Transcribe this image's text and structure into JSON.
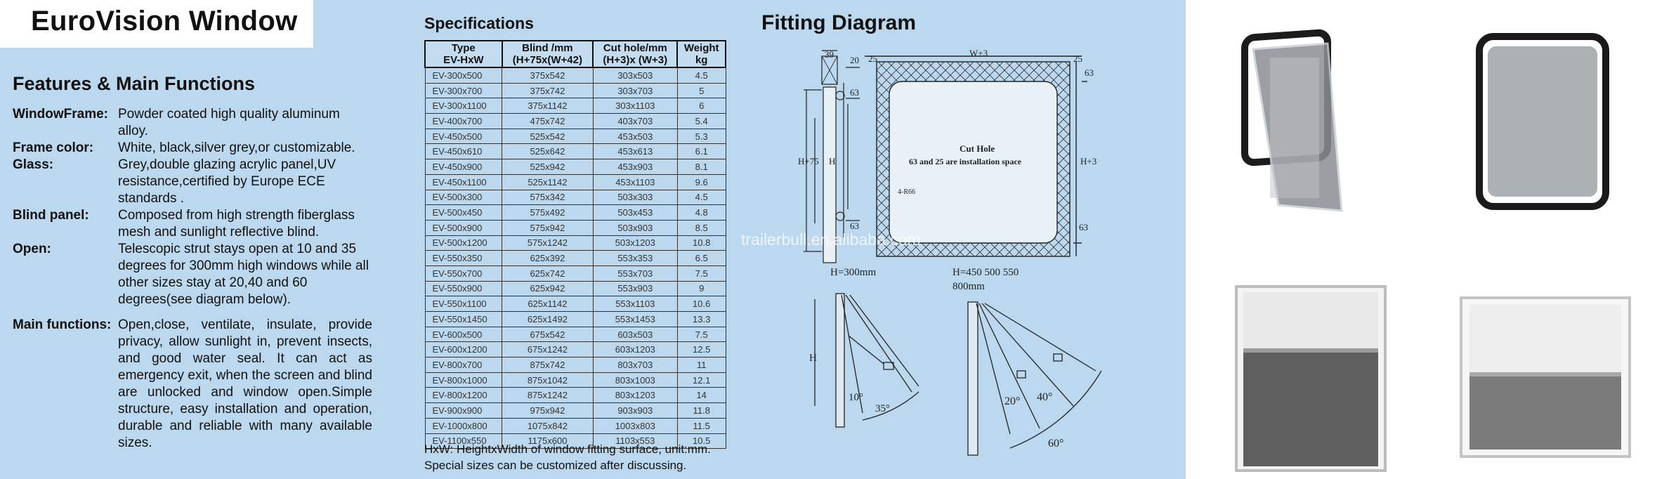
{
  "title": "EuroVision Window",
  "features": {
    "heading": "Features & Main Functions",
    "rows": [
      {
        "label": "WindowFrame:",
        "value": "Powder coated high quality aluminum alloy."
      },
      {
        "label": "Frame color:",
        "value": "White, black,silver grey,or customizable."
      },
      {
        "label": "Glass:",
        "value": "Grey,double glazing acrylic panel,UV resistance,certified by Europe  ECE standards ."
      },
      {
        "label": "Blind panel:",
        "value": "Composed from high strength fiberglass mesh and sunlight reflective blind."
      },
      {
        "label": "Open:",
        "value": "Telescopic strut stays open at 10 and 35 degrees for 300mm high windows while all other sizes stay at 20,40 and 60 degrees(see diagram below)."
      }
    ],
    "main_label": "Main functions:",
    "main_value": "Open,close, ventilate, insulate, provide privacy, allow sunlight in, prevent insects, and good water seal. It can act as emergency exit, when the screen and blind are unlocked and window open.Simple structure, easy installation and operation, durable and reliable with many available sizes."
  },
  "specs": {
    "heading": "Specifications",
    "headers": [
      [
        "Type",
        "EV-HxW"
      ],
      [
        "Blind /mm",
        "(H+75x(W+42)"
      ],
      [
        "Cut hole/mm",
        "(H+3)x (W+3)"
      ],
      [
        "Weight",
        "kg"
      ]
    ],
    "rows": [
      [
        "EV-300x500",
        "375x542",
        "303x503",
        "4.5"
      ],
      [
        "EV-300x700",
        "375x742",
        "303x703",
        "5"
      ],
      [
        "EV-300x1100",
        "375x1142",
        "303x1103",
        "6"
      ],
      [
        "EV-400x700",
        "475x742",
        "403x703",
        "5.4"
      ],
      [
        "EV-450x500",
        "525x542",
        "453x503",
        "5.3"
      ],
      [
        "EV-450x610",
        "525x642",
        "453x613",
        "6.1"
      ],
      [
        "EV-450x900",
        "525x942",
        "453x903",
        "8.1"
      ],
      [
        "EV-450x1100",
        "525x1142",
        "453x1103",
        "9.6"
      ],
      [
        "EV-500x300",
        "575x342",
        "503x303",
        "4.5"
      ],
      [
        "EV-500x450",
        "575x492",
        "503x453",
        "4.8"
      ],
      [
        "EV-500x900",
        "575x942",
        "503x903",
        "8.5"
      ],
      [
        "EV-500x1200",
        "575x1242",
        "503x1203",
        "10.8"
      ],
      [
        "EV-550x350",
        "625x392",
        "553x353",
        "6.5"
      ],
      [
        "EV-550x700",
        "625x742",
        "553x703",
        "7.5"
      ],
      [
        "EV-550x900",
        "625x942",
        "553x903",
        "9"
      ],
      [
        "EV-550x1100",
        "625x1142",
        "553x1103",
        "10.6"
      ],
      [
        "EV-550x1450",
        "625x1492",
        "553x1453",
        "13.3"
      ],
      [
        "EV-600x500",
        "675x542",
        "603x503",
        "7.5"
      ],
      [
        "EV-600x1200",
        "675x1242",
        "603x1203",
        "12.5"
      ],
      [
        "EV-800x700",
        "875x742",
        "803x703",
        "11"
      ],
      [
        "EV-800x1000",
        "875x1042",
        "803x1003",
        "12.1"
      ],
      [
        "EV-800x1200",
        "875x1242",
        "803x1203",
        "14"
      ],
      [
        "EV-900x900",
        "975x942",
        "903x903",
        "11.8"
      ],
      [
        "EV-1000x800",
        "1075x842",
        "1003x803",
        "11.5"
      ],
      [
        "EV-1100x550",
        "1175x600",
        "1103x553",
        "10.5"
      ]
    ],
    "note_1": "HxW: HeightxWidth of window fitting surface, unit:mm.",
    "note_2": "Special sizes can be customized after discussing."
  },
  "diagram": {
    "heading": "Fitting Diagram",
    "dim_39": "39",
    "dim_25a": "25",
    "dim_w3": "W+3",
    "dim_25b": "25",
    "dim_20": "20",
    "dim_63a": "63",
    "dim_63b": "63",
    "dim_63c": "63",
    "dim_63d": "63",
    "dim_h75": "H+75",
    "dim_h": "H",
    "dim_h3": "H+3",
    "cut_hole_1": "Cut Hole",
    "cut_hole_2": "63 and 25 are installation space",
    "radius": "4-R66",
    "h300": "H=300mm",
    "h450": "H=450  500  550",
    "h800": "800mm",
    "h_side": "H",
    "deg10": "10°",
    "deg35": "35°",
    "deg20": "20°",
    "deg40": "40°",
    "deg60": "60°"
  },
  "watermark": "trailerbull.en.alibaba.com",
  "colors": {
    "panel": "#bcd8ee",
    "title_bg": "#ffffff"
  }
}
